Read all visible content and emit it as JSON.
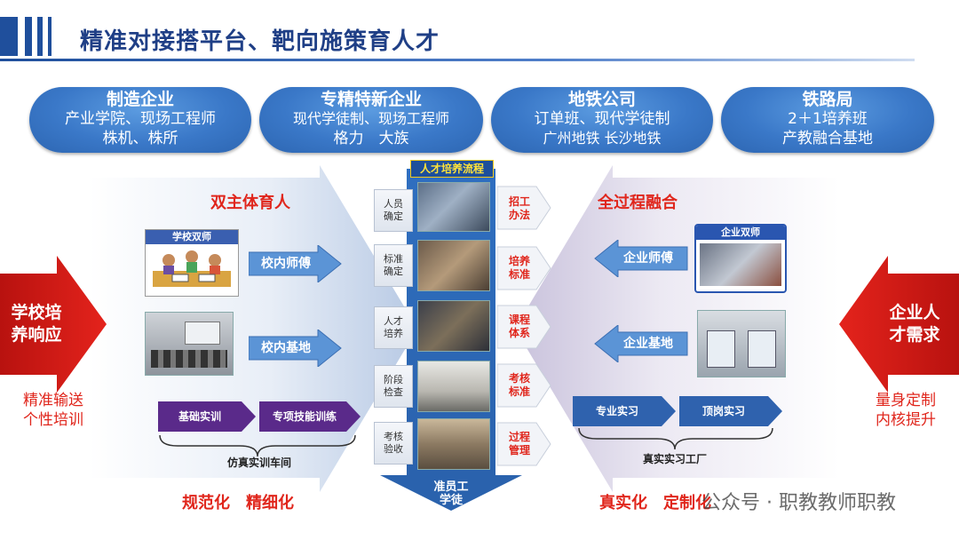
{
  "header": {
    "title": "精准对接搭平台、靶向施策育人才"
  },
  "ovals": [
    {
      "heading": "制造企业",
      "lines": [
        "产业学院、现场工程师",
        "株机、株所"
      ]
    },
    {
      "heading": "专精特新企业",
      "lines": [
        "现代学徒制、现场工程师",
        "格力　大族"
      ]
    },
    {
      "heading": "地铁公司",
      "lines": [
        "订单班、现代学徒制",
        "广州地铁 长沙地铁"
      ]
    },
    {
      "heading": "铁路局",
      "lines": [
        "2＋1培养班",
        "产教融合基地"
      ]
    }
  ],
  "left": {
    "heading": "双主体育人",
    "school_teacher_box": "学校双师",
    "arrow_teacher": "校内师傅",
    "arrow_base": "校内基地",
    "btn_basic": "基础实训",
    "btn_special": "专项技能训练",
    "workshop": "仿真实训车间",
    "bottom": "规范化　精细化"
  },
  "side_left": {
    "arrow": "学校培养响应",
    "lines": [
      "精准输送",
      "个性培训"
    ]
  },
  "center": {
    "header": "人才培养流程",
    "footer": "准员工学徒",
    "steps": [
      "人员确定",
      "标准确定",
      "人才培养",
      "阶段检查",
      "考核验收"
    ],
    "labels": [
      "招工办法",
      "培养标准",
      "课程体系",
      "考核标准",
      "过程管理"
    ]
  },
  "right": {
    "heading": "全过程融合",
    "enterprise_teacher_box": "企业双师",
    "arrow_teacher": "企业师傅",
    "arrow_base": "企业基地",
    "btn_practice": "专业实习",
    "btn_post": "顶岗实习",
    "factory": "真实实习工厂",
    "bottom": "真实化　定制化"
  },
  "side_right": {
    "arrow": "企业人才需求",
    "lines": [
      "量身定制",
      "内核提升"
    ]
  },
  "watermark": "公众号 · 职教教师职教",
  "colors": {
    "primary": "#1f4f9c",
    "accent_red": "#e0261c",
    "oval_blue": "#3a78c8"
  }
}
